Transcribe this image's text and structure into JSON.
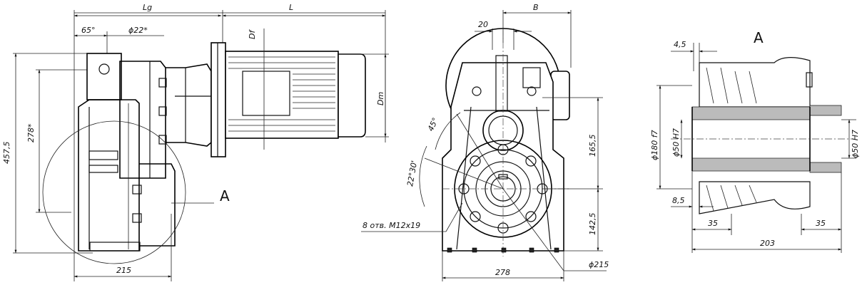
{
  "side_view": {
    "dims": {
      "lg": "Lg",
      "l": "L",
      "a65": "65°",
      "phi22": "ϕ22*",
      "df": "Df",
      "dm": "Dm",
      "h457": "457,5",
      "h278": "278*",
      "w215": "215"
    },
    "section_label": "A"
  },
  "front_view": {
    "dims": {
      "b": "B",
      "d20": "20",
      "a45": "45°",
      "a22": "22°30'",
      "h165": "165,5",
      "h142": "142,5",
      "holes": "8 отв. M12x19",
      "w278": "278",
      "phi215": "ϕ215"
    }
  },
  "detail_view": {
    "title": "A",
    "dims": {
      "d45": "4,5",
      "phi180": "ϕ180 f7",
      "phi50_l": "ϕ50 H7",
      "phi50_r": "ϕ50 H7",
      "d85": "8,5",
      "d35_l": "35",
      "d35_r": "35",
      "d203": "203"
    }
  }
}
